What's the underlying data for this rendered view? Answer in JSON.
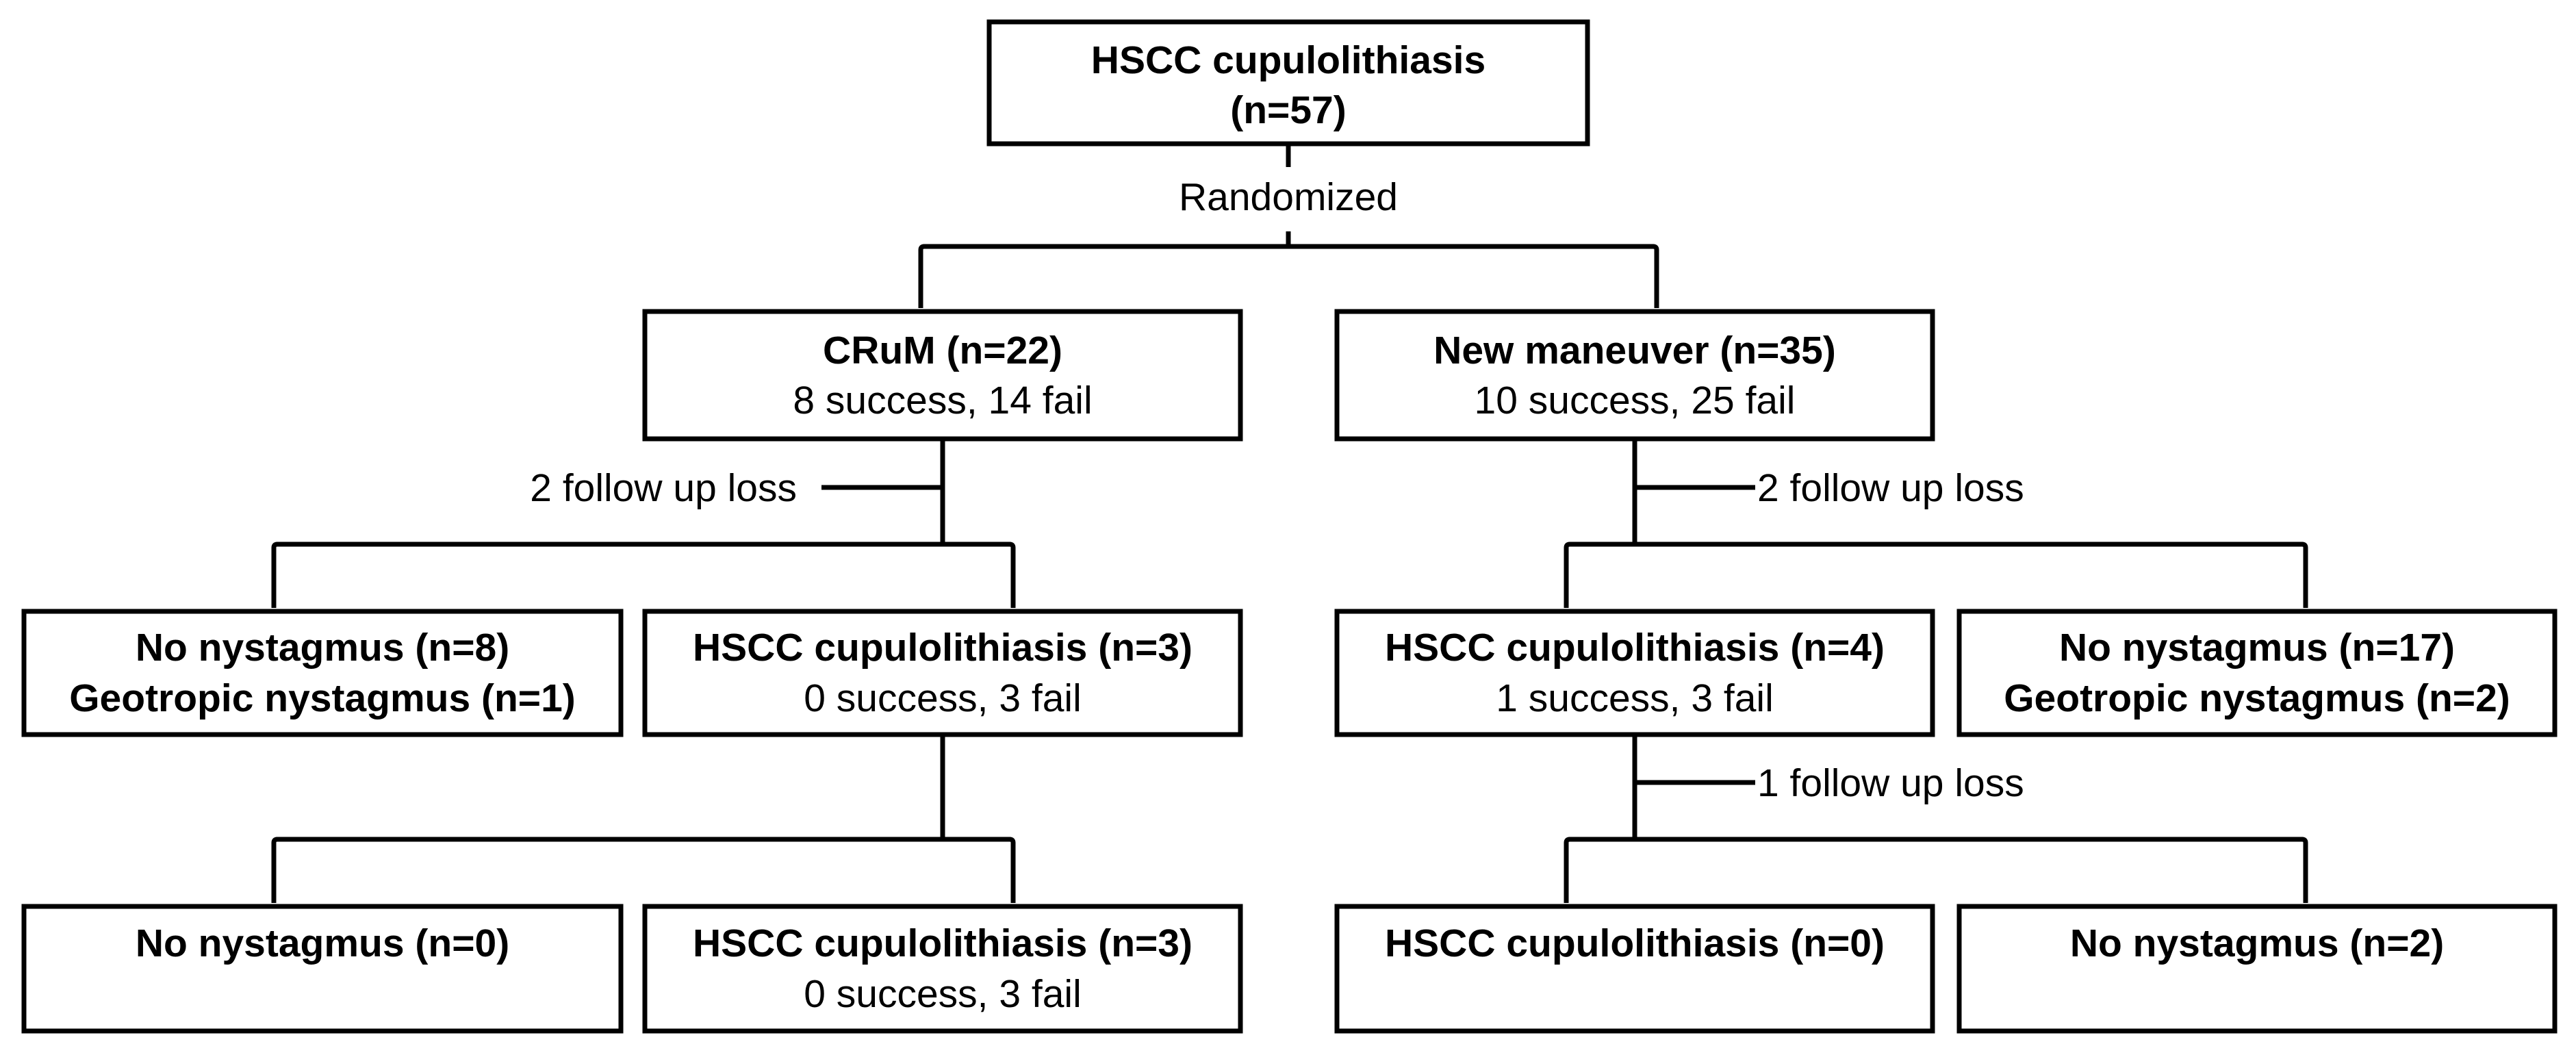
{
  "nodes": {
    "root": {
      "line1": "HSCC cupulolithiasis",
      "line2": "(n=57)"
    },
    "crum": {
      "line1": "CRuM (n=22)",
      "line2": "8 success, 14 fail"
    },
    "new_maneuver": {
      "line1": "New maneuver (n=35)",
      "line2": "10 success, 25 fail"
    },
    "crum_no_nystagmus": {
      "line1": "No nystagmus (n=8)",
      "line2": "Geotropic nystagmus (n=1)"
    },
    "crum_hscc": {
      "line1": "HSCC cupulolithiasis (n=3)",
      "line2": "0 success, 3 fail"
    },
    "new_hscc": {
      "line1": "HSCC cupulolithiasis (n=4)",
      "line2": "1 success, 3 fail"
    },
    "new_no_nystagmus": {
      "line1": "No nystagmus (n=17)",
      "line2": "Geotropic nystagmus (n=2)"
    },
    "crum_final_no_nystagmus": {
      "line1": "No nystagmus (n=0)"
    },
    "crum_final_hscc": {
      "line1": "HSCC cupulolithiasis (n=3)",
      "line2": "0 success, 3 fail"
    },
    "new_final_hscc": {
      "line1": "HSCC cupulolithiasis (n=0)"
    },
    "new_final_no_nystagmus": {
      "line1": "No nystagmus (n=2)"
    }
  },
  "labels": {
    "randomized": "Randomized",
    "crum_follow_up_loss": "2 follow up loss",
    "new_follow_up_loss": "2 follow up loss",
    "new_second_follow_up_loss": "1 follow up loss"
  }
}
